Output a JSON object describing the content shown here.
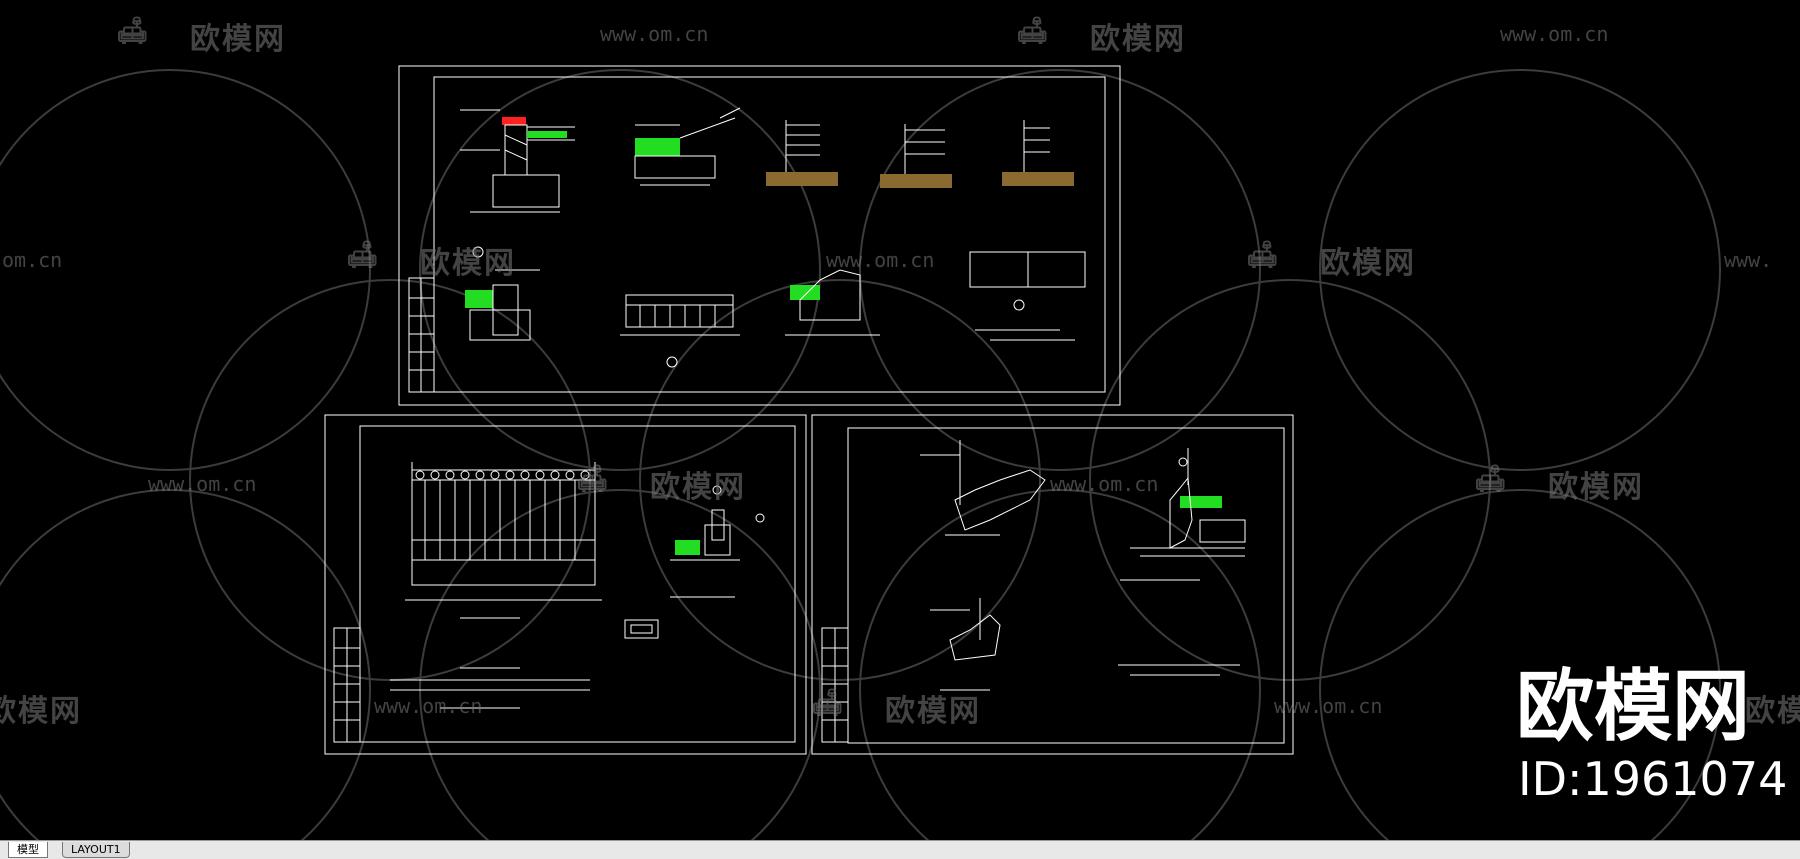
{
  "tabs": {
    "model": "模型",
    "layout1": "LAYOUT1"
  },
  "watermark": {
    "brand": "欧模网",
    "url": "www.om.cn",
    "url_partial": "om.cn",
    "url_left": "www."
  },
  "badge": {
    "title": "欧模网",
    "id": "ID:1961074"
  },
  "colors": {
    "background": "#000000",
    "lines": "#ffffff",
    "accent_red": "#ff2020",
    "accent_green": "#22dd22",
    "soil_brown": "#8a6a30",
    "watermark": "#7a7a7a"
  },
  "icons": [
    "sofa-logo-icon"
  ]
}
